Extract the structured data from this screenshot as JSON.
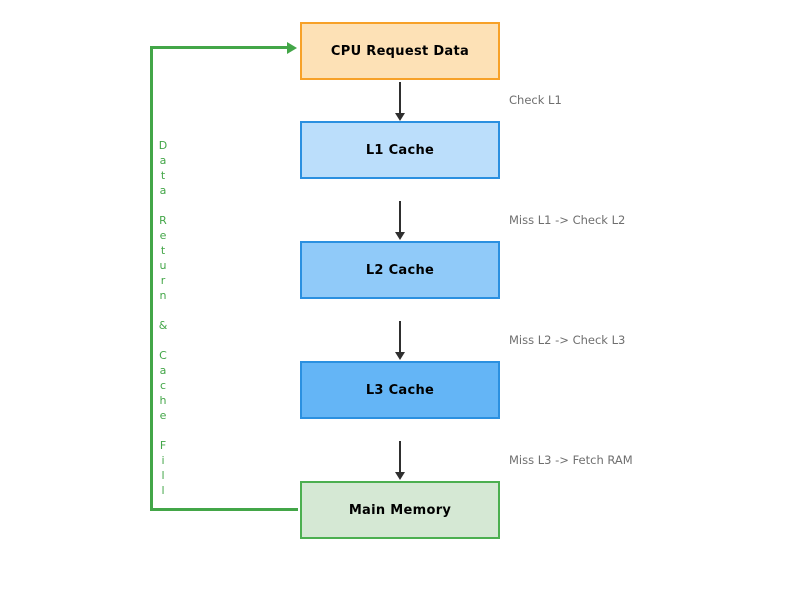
{
  "canvas": {
    "background": "#ffffff"
  },
  "nodes": [
    {
      "label": "CPU Request Data",
      "fill": "#fde1b6",
      "border": "#f7a128"
    },
    {
      "label": "L1 Cache",
      "fill": "#bbdefb",
      "border": "#2b90e0"
    },
    {
      "label": "L2 Cache",
      "fill": "#90caf9",
      "border": "#2b90e0"
    },
    {
      "label": "L3 Cache",
      "fill": "#64b5f6",
      "border": "#2b90e0"
    },
    {
      "label": "Main Memory",
      "fill": "#d5e8d4",
      "border": "#4caf50"
    }
  ],
  "edges": [
    {
      "label": "Check L1"
    },
    {
      "label": "Miss L1 -> Check L2"
    },
    {
      "label": "Miss L2 -> Check L3"
    },
    {
      "label": "Miss L3 -> Fetch RAM"
    }
  ],
  "edge_style": {
    "arrow_color": "#2f2f2f",
    "label_color": "#6f6f6f"
  },
  "return_path": {
    "label": "Data Return & Cache Fill",
    "color": "#43a648"
  }
}
